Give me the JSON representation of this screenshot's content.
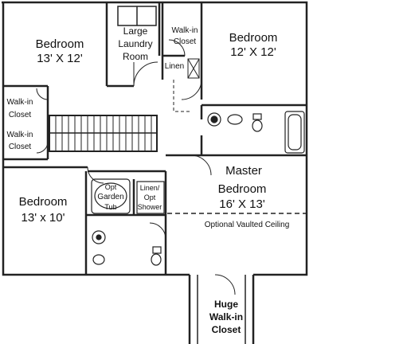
{
  "floor_plan": {
    "rooms": {
      "bedroom_nw": {
        "name": "Bedroom",
        "size": "13' X 12'"
      },
      "laundry": {
        "line1": "Large",
        "line2": "Laundry",
        "line3": "Room"
      },
      "walkin_top": {
        "line1": "Walk-in",
        "line2": "Closet"
      },
      "bedroom_ne": {
        "name": "Bedroom",
        "size": "12' X 12'"
      },
      "linen_top": {
        "name": "Linen"
      },
      "walkin_left_1": {
        "line1": "Walk-in",
        "line2": "Closet"
      },
      "walkin_left_2": {
        "line1": "Walk-in",
        "line2": "Closet"
      },
      "master": {
        "name": "Master",
        "line2": "Bedroom",
        "size": "16' X 13'",
        "note": "Optional Vaulted Ceiling"
      },
      "bedroom_sw": {
        "name": "Bedroom",
        "size": "13' x 10'"
      },
      "garden_tub": {
        "line1": "Opt",
        "line2": "Garden",
        "line3": "Tub"
      },
      "linen_shower": {
        "line1": "Linen/",
        "line2": "Opt",
        "line3": "Shower"
      },
      "huge_walkin": {
        "line1": "Huge",
        "line2": "Walk-in",
        "line3": "Closet"
      }
    }
  }
}
